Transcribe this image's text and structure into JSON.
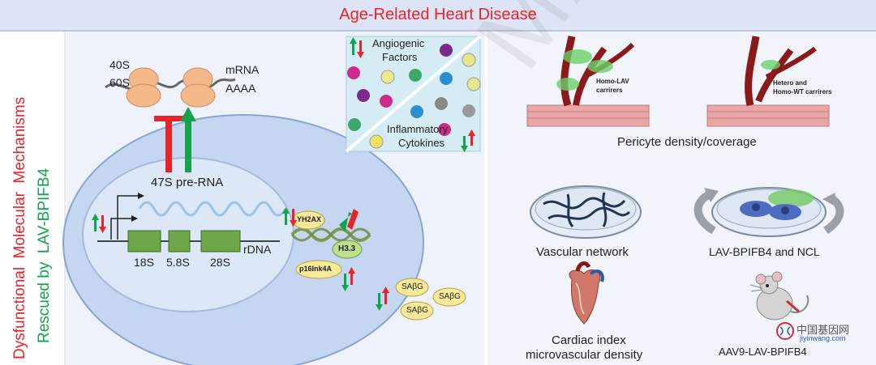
{
  "title": "Age-Related Heart Disease",
  "sidebar": {
    "line1_red": "Dysfunctional",
    "line1_red2": "Molecular",
    "line1_red3": "Mechanisms",
    "line2_green1": "Rescued by",
    "line2_green2": "LAV-BPIFB4"
  },
  "left": {
    "ribosome_40s": "40S",
    "ribosome_60s": "60S",
    "mrna": "mRNA",
    "polya": "AAAA",
    "pre_rna": "47S pre-RNA",
    "gene_18s": "18S",
    "gene_58s": "5.8S",
    "gene_28s": "28S",
    "rdna": "rDNA",
    "yh2ax": "YH2AX",
    "h33": "H3.3",
    "p16": "p16Ink4A",
    "sabg": [
      "SAβG",
      "SAβG",
      "SAβG"
    ],
    "angiogenic_line1": "Angiogenic",
    "angiogenic_line2": "Factors",
    "inflammatory_line1": "Inflammatory",
    "inflammatory_line2": "Cytokines"
  },
  "right": {
    "homo_lav_line1": "Homo-LAV",
    "homo_lav_line2": "carrirers",
    "hetero_line1": "Hetero and",
    "hetero_line2": "Homo-WT  carrirers",
    "pericyte": "Pericyte density/coverage",
    "vascular": "Vascular  network",
    "lav_ncl": "LAV-BPIFB4 and NCL",
    "cardiac_line1": "Cardiac index",
    "cardiac_line2": "microvascular density",
    "aav9": "AAV9-LAV-BPIFB4"
  },
  "watermark": "MANUSCRIPT",
  "logo": {
    "cn": "中国基因网",
    "url": "jiyinwang.com"
  },
  "colors": {
    "red": "#e8232a",
    "green": "#13a34a",
    "banner": "#dde4f5",
    "cell": "#c9d9f1",
    "nucleus": "#d8e5f6",
    "gene_box": "#6ea74a",
    "ribosome": "#f3b98a",
    "label_bubble": "#f6e99a"
  }
}
